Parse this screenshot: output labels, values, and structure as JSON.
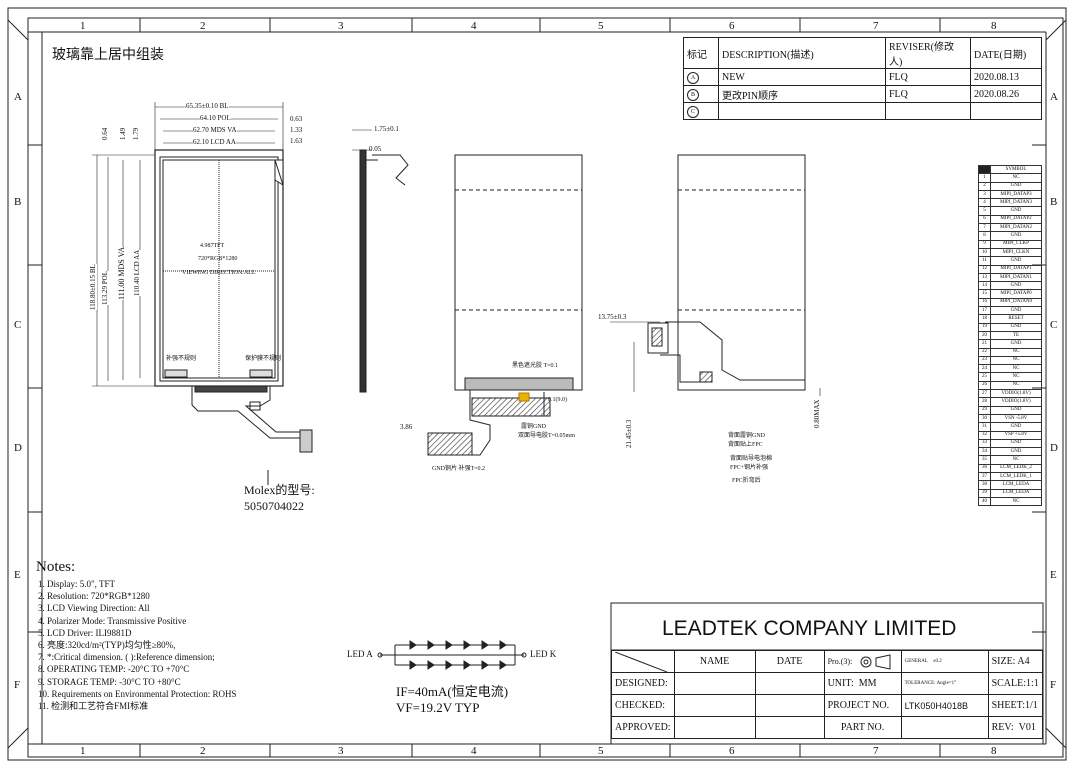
{
  "border": {
    "cols_top": [
      "1",
      "2",
      "3",
      "4",
      "5",
      "6",
      "7",
      "8"
    ],
    "cols_bottom": [
      "1",
      "2",
      "3",
      "4",
      "5",
      "6",
      "7",
      "8"
    ],
    "rows_left": [
      "A",
      "B",
      "C",
      "D",
      "E",
      "F"
    ],
    "rows_right": [
      "A",
      "B",
      "C",
      "D",
      "E",
      "F"
    ]
  },
  "header_note": "玻璃靠上居中组装",
  "revision": {
    "headers": [
      "标记",
      "DESCRIPTION(描述)",
      "REVISER(修改人)",
      "DATE(日期)"
    ],
    "rows": [
      {
        "mark": "A",
        "desc": "NEW",
        "reviser": "FLQ",
        "date": "2020.08.13"
      },
      {
        "mark": "B",
        "desc": "更改PIN顺序",
        "reviser": "FLQ",
        "date": "2020.08.26"
      },
      {
        "mark": "C",
        "desc": "",
        "reviser": "",
        "date": ""
      }
    ]
  },
  "front_view": {
    "dims_top": [
      "65.35±0.10 BL",
      "64.10 POL",
      "62.70 MDS VA",
      "62.10 LCD AA"
    ],
    "dims_right": [
      "0.63",
      "1.33",
      "1.63"
    ],
    "dims_left_top": [
      "0.64",
      "1.49",
      "1.79"
    ],
    "dims_left_vertical": [
      "118.80±0.15 BL",
      "113.29 POL",
      "111.00 MDS VA",
      "110.40 LCD AA"
    ],
    "center_text": [
      "4.987TFT",
      "720*RGB*1280",
      "VIEWING DIRECTION:ALL"
    ],
    "label_left": "补强不规则",
    "label_right": "保护膜不规则",
    "molex_label": "Molex的型号:",
    "molex_part": "5050704022"
  },
  "side_view": {
    "dim_top": "1.75±0.1",
    "dim_second": "0.05"
  },
  "back_view": {
    "label_tape": "黑色遮光胶 T=0.1",
    "dim_small": "8.1(9.0)",
    "label_gnd_copper": "露铜GND",
    "label_double_tape": "双面导电胶T=0.05mm",
    "dim_left": "3.86",
    "label_gnd_stiffener": "GND铜片 补强T=0.2"
  },
  "fold_view": {
    "dim_fpc": "13.75±0.3",
    "dim_vertical": "21.45±0.3",
    "dim_max": "0.80MAX",
    "label_1": "背面露铜GND",
    "label_2": "背面贴上FPC",
    "label_3": "背面贴导电泡棉",
    "label_4": "FPC+钢片补强",
    "label_5": "FPC折弯后"
  },
  "pins": {
    "header": "SYMBOL",
    "rows": [
      [
        "1",
        "NC"
      ],
      [
        "2",
        "GND"
      ],
      [
        "3",
        "MIPI_DATAP3"
      ],
      [
        "4",
        "MIPI_DATAN3"
      ],
      [
        "5",
        "GND"
      ],
      [
        "6",
        "MIPI_DATAP2"
      ],
      [
        "7",
        "MIPI_DATAN2"
      ],
      [
        "8",
        "GND"
      ],
      [
        "9",
        "MIPI_CLKP"
      ],
      [
        "10",
        "MIPI_CLKN"
      ],
      [
        "11",
        "GND"
      ],
      [
        "12",
        "MIPI_DATAP1"
      ],
      [
        "13",
        "MIPI_DATAN1"
      ],
      [
        "14",
        "GND"
      ],
      [
        "15",
        "MIPI_DATAP0"
      ],
      [
        "16",
        "MIPI_DATAN0"
      ],
      [
        "17",
        "GND"
      ],
      [
        "18",
        "RESET"
      ],
      [
        "19",
        "GND"
      ],
      [
        "20",
        "TE"
      ],
      [
        "21",
        "GND"
      ],
      [
        "22",
        "NC"
      ],
      [
        "23",
        "NC"
      ],
      [
        "24",
        "NC"
      ],
      [
        "25",
        "NC"
      ],
      [
        "26",
        "NC"
      ],
      [
        "27",
        "VDDIO(1.8V)"
      ],
      [
        "28",
        "VDDIO(1.8V)"
      ],
      [
        "29",
        "GND"
      ],
      [
        "30",
        "VSN -5.8V"
      ],
      [
        "31",
        "GND"
      ],
      [
        "32",
        "VSP +5.8V"
      ],
      [
        "33",
        "GND"
      ],
      [
        "34",
        "GND"
      ],
      [
        "35",
        "NC"
      ],
      [
        "36",
        "LCM_LEDK_2"
      ],
      [
        "37",
        "LCM_LEDK_1"
      ],
      [
        "38",
        "LCM_LEDA"
      ],
      [
        "39",
        "LCM_LEDA"
      ],
      [
        "40",
        "NC"
      ]
    ]
  },
  "notes": {
    "title": "Notes:",
    "items": [
      "1. Display: 5.0\", TFT",
      "2. Resolution: 720*RGB*1280",
      "3. LCD Viewing Direction: All",
      "4. Polarizer Mode: Transmissive Positive",
      "5. LCD Driver: ILI9881D",
      "6. 亮度:320cd/m²(TYP)均匀性≥80%,",
      "7. *:Critical dimension. ( ):Reference dimension;",
      "8. OPERATING TEMP: -20°C TO +70°C",
      "9. STORAGE TEMP: -30°C TO +80°C",
      "10. Requirements on Environmental Protection: ROHS",
      "11. 检测和工艺符合FMI标准"
    ]
  },
  "led": {
    "anode": "LED A",
    "cathode": "LED K",
    "spec_if": "IF=40mA(恒定电流)",
    "spec_vf": "VF=19.2V TYP"
  },
  "title_block": {
    "company": "LEADTEK COMPANY LIMITED",
    "col_name": "NAME",
    "col_date": "DATE",
    "projection": "Pro.(3):",
    "general": "GENERAL",
    "general_tol": "±0.2",
    "tolerance": "TOLERANCE: Angle=1°",
    "size_label": "SIZE:",
    "size_value": "A4",
    "designed": "DESIGNED:",
    "checked": "CHECKED:",
    "approved": "APPROVED:",
    "unit_label": "UNIT:",
    "unit_value": "MM",
    "scale_label": "SCALE:",
    "scale_value": "1:1",
    "project_label": "PROJECT NO.",
    "project_value": "LTK050H4018B",
    "sheet_label": "SHEET:",
    "sheet_value": "1/1",
    "part_label": "PART NO.",
    "rev_label": "REV:",
    "rev_value": "V01"
  }
}
